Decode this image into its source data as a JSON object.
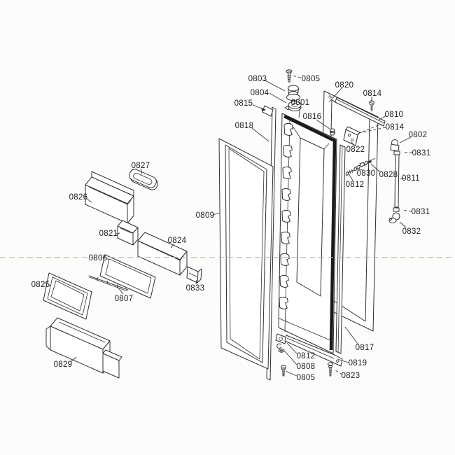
{
  "diagram": {
    "background_color": "#fcfcfb",
    "line_color": "#2f2f2f",
    "centerline_color": "#b8b8b4",
    "frame_mark": "7E",
    "labels": [
      {
        "id": "0803",
        "text": "0803"
      },
      {
        "id": "0805-top",
        "text": "0805"
      },
      {
        "id": "0804",
        "text": "0804"
      },
      {
        "id": "0820",
        "text": "0820"
      },
      {
        "id": "0814-top",
        "text": "0814"
      },
      {
        "id": "0815",
        "text": "0815"
      },
      {
        "id": "0801",
        "text": "0801"
      },
      {
        "id": "0816",
        "text": "0816"
      },
      {
        "id": "0810",
        "text": "0810"
      },
      {
        "id": "0814-rail",
        "text": "0814"
      },
      {
        "id": "0818",
        "text": "0818"
      },
      {
        "id": "0802",
        "text": "0802"
      },
      {
        "id": "0822",
        "text": "0822"
      },
      {
        "id": "0831-upper",
        "text": "0831"
      },
      {
        "id": "0830",
        "text": "0830"
      },
      {
        "id": "0828",
        "text": "0828"
      },
      {
        "id": "0812-right",
        "text": "0812"
      },
      {
        "id": "0811",
        "text": "0811"
      },
      {
        "id": "0827",
        "text": "0827"
      },
      {
        "id": "0826",
        "text": "0826"
      },
      {
        "id": "0809",
        "text": "0809"
      },
      {
        "id": "0831-lower",
        "text": "0831"
      },
      {
        "id": "0821",
        "text": "0821"
      },
      {
        "id": "0824",
        "text": "0824"
      },
      {
        "id": "0832",
        "text": "0832"
      },
      {
        "id": "0806",
        "text": "0806"
      },
      {
        "id": "0825",
        "text": "0825"
      },
      {
        "id": "0833",
        "text": "0833"
      },
      {
        "id": "0807",
        "text": "0807"
      },
      {
        "id": "0817",
        "text": "0817"
      },
      {
        "id": "0812-bottom",
        "text": "0812"
      },
      {
        "id": "0808",
        "text": "0808"
      },
      {
        "id": "0819",
        "text": "0819"
      },
      {
        "id": "0829",
        "text": "0829"
      },
      {
        "id": "0805-bottom",
        "text": "0805"
      },
      {
        "id": "0823",
        "text": "0823"
      }
    ]
  }
}
